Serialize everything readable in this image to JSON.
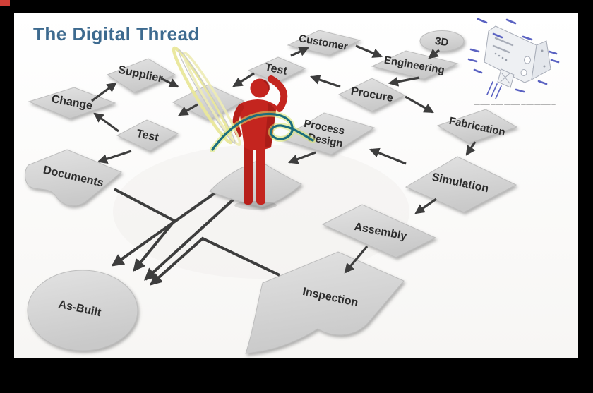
{
  "frame": {
    "background_color": "#000000",
    "corner_mark_color": "#d04038"
  },
  "slide": {
    "background_color": "#ffffff",
    "title": "The Digital Thread",
    "title_color": "#3d6a8f"
  },
  "nodes": [
    {
      "id": "supplier",
      "label": "Supplier",
      "shape": "parallelogram"
    },
    {
      "id": "change",
      "label": "Change",
      "shape": "parallelogram"
    },
    {
      "id": "test-left",
      "label": "Test",
      "shape": "parallelogram"
    },
    {
      "id": "documents",
      "label": "Documents",
      "shape": "document"
    },
    {
      "id": "customer",
      "label": "Customer",
      "shape": "parallelogram"
    },
    {
      "id": "three-d",
      "label": "3D",
      "shape": "ellipse"
    },
    {
      "id": "engineering",
      "label": "Engineering",
      "shape": "parallelogram"
    },
    {
      "id": "test-top",
      "label": "Test",
      "shape": "parallelogram"
    },
    {
      "id": "procure",
      "label": "Procure",
      "shape": "diamond"
    },
    {
      "id": "process-design",
      "label": "Process Design",
      "lines": [
        "Process",
        "Design"
      ],
      "shape": "parallelogram"
    },
    {
      "id": "fabrication",
      "label": "Fabrication",
      "shape": "parallelogram"
    },
    {
      "id": "simulation",
      "label": "Simulation",
      "shape": "diamond"
    },
    {
      "id": "assembly",
      "label": "Assembly",
      "shape": "parallelogram"
    },
    {
      "id": "inspection",
      "label": "Inspection",
      "shape": "document"
    },
    {
      "id": "as-built",
      "label": "As-Built",
      "shape": "ellipse"
    }
  ],
  "illustrations": {
    "center_figure": "red-human-figure-scratching-head",
    "thread": "teal-thread-swirl-with-yellow-glow",
    "lasso": "pale-yellow-loop",
    "top_right_inset": "cad-bracket-drawing-with-blue-dimension-annotations"
  },
  "colors": {
    "card_fill_light": "#e0e0e0",
    "card_fill_dark": "#cbcbcb",
    "arrow": "#3d3d3d",
    "figure_red": "#c4251f",
    "figure_red_dark": "#8f1612",
    "thread_teal": "#1c6e7d",
    "thread_glow": "#d9e66e",
    "lasso_yellow": "#e9e79a",
    "cad_annotation_blue": "#5a62c2"
  }
}
